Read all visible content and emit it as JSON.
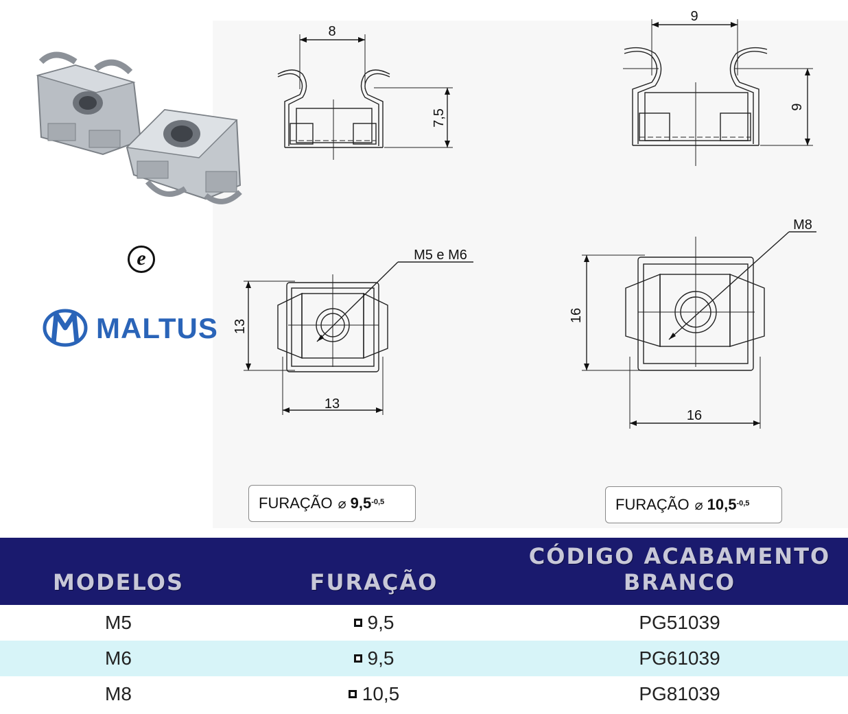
{
  "brand": {
    "name": "MALTUS",
    "mark": "e",
    "brand_color": "#2a64b8"
  },
  "drawings": {
    "top_left": {
      "width_dim": "8",
      "height_dim": "7,5"
    },
    "top_right": {
      "width_dim": "9",
      "height_dim": "9"
    },
    "bottom_left": {
      "thread_label": "M5 e M6",
      "height_dim": "13",
      "width_dim": "13"
    },
    "bottom_right": {
      "thread_label": "M8",
      "height_dim": "16",
      "width_dim": "16"
    }
  },
  "bore_labels": [
    {
      "text": "FURAÇÃO",
      "symbol": "⌀",
      "value": "9,5",
      "tolerance": "-0,5"
    },
    {
      "text": "FURAÇÃO",
      "symbol": "⌀",
      "value": "10,5",
      "tolerance": "-0,5"
    }
  ],
  "table": {
    "header_color": "#1a1a6e",
    "alt_row_color": "#d7f4f8",
    "headers": [
      "MODELOS",
      "FURAÇÃO",
      "CÓDIGO ACABAMENTO BRANCO"
    ],
    "rows": [
      {
        "model": "M5",
        "bore": "9,5",
        "code": "PG51039"
      },
      {
        "model": "M6",
        "bore": "9,5",
        "code": "PG61039"
      },
      {
        "model": "M8",
        "bore": "10,5",
        "code": "PG81039"
      }
    ]
  }
}
